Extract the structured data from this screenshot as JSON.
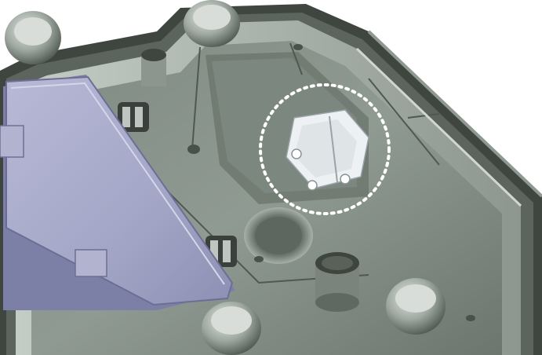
{
  "scene": {
    "kind": "cad-render",
    "subject": "open-enclosure-interior",
    "palette": {
      "housing_dark": "#3f4640",
      "housing_mid": "#6f7a72",
      "housing_light": "#b9c2bb",
      "floor": "#8a948c",
      "lid": "#a9abc9",
      "lid_edge": "#7d80a6",
      "highlight": "#e8ecef",
      "callout": "#ffffff"
    },
    "callout": {
      "style": "dotted-circle",
      "target": "cable-clamp"
    }
  }
}
